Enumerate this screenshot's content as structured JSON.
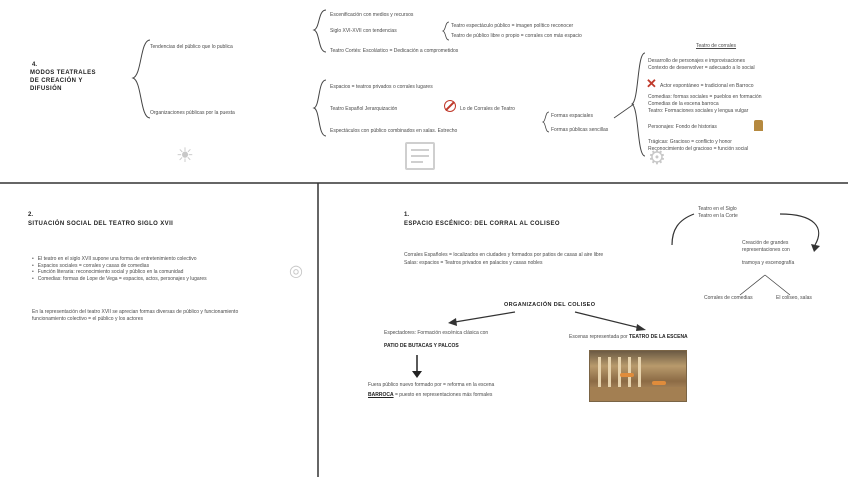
{
  "s4": {
    "number": "4.",
    "title_lines": [
      "Modos teatrales",
      "de creación y",
      "difusión"
    ],
    "branch_top": "Tendencias del público que lo publica",
    "branch_bottom": "Organizaciones públicas por la puesta",
    "top_items": [
      "Escenificación con medios y recursos",
      "Siglo XVI-XVII con tendencias",
      "Teatro Cortés: Escolástico = Dedicación a comprometidos"
    ],
    "top_sub": [
      "Teatro espectáculo público = imagen político reconocer",
      "Teatro de público libre o propio = corrales con más espacio"
    ],
    "bottom_items": [
      "Espacios = teatros privados o corrales lugares",
      "Teatro Español Jerarquización",
      "Espectáculos con público combinados en salas. Estrecho"
    ],
    "bottom_mid": "Lo de Corrales de Teatro",
    "bottom_sub": [
      "Formas espaciales",
      "Formas públicas sencillas"
    ],
    "right_title": "Teatro de corrales",
    "right_items": [
      "Desarrollo de personajes e improvisaciones",
      "Contexto de desenvolver = adecuado a lo social",
      "Actor espontáneo = tradicional en Barroco",
      "Comedias: formas sociales = pueblos en formación",
      "Comedias de la escena barroca",
      "Teatro: Formaciones sociales y lengua vulgar",
      "Personajes: Fondo de historias",
      "Trágicas: Gracioso = conflicto y honor",
      "Reconocimiento del gracioso = función social"
    ]
  },
  "s2": {
    "number": "2.",
    "title": "Situación social del teatro siglo XVII",
    "bullets": [
      "El teatro en el siglo XVII supone una forma de entretenimiento colectivo",
      "Espacios sociales = corrales y casas de comedias",
      "Función literaria: reconocimiento social y público en la comunidad",
      "Comedias: formas de Lope de Vega = espacios, actos, personajes y lugares"
    ],
    "note_lines": [
      "En la representación del teatro XVII se aprecian formas diversas de público y funcionamiento",
      "funcionamiento colectivo = el público y los actores"
    ]
  },
  "s1": {
    "number": "1.",
    "title": "Espacio escénico: Del corral al coliseo",
    "intro_lines": [
      "Corrales Españoles = localizados en ciudades y formados por patios de casas al aire libre",
      "Salas: espacios = Teatros privados en palacios y casas nobles"
    ],
    "diagram_top": [
      "Teatro en el Siglo",
      "Teatro en la Corte"
    ],
    "diagram_mid": [
      "Creación de grandes",
      "representaciones con",
      "tramoya y escenografía"
    ],
    "diagram_low": [
      "Corrales de comedias",
      "El coliseo, salas"
    ],
    "center_title": "Organización del coliseo",
    "left_box_line1": "Espectadores: Formación escénica clásica con",
    "left_box_bold": "patio de butacas y palcos",
    "left_result_line1": "Fuera público nuevo formado por = reforma en la escena",
    "left_result_bold": "barroca",
    "left_result_rest": "= puesto en representaciones más formales",
    "right_label_pre": "Escenas representada por",
    "right_label_bold": "Teatro de la escena"
  }
}
